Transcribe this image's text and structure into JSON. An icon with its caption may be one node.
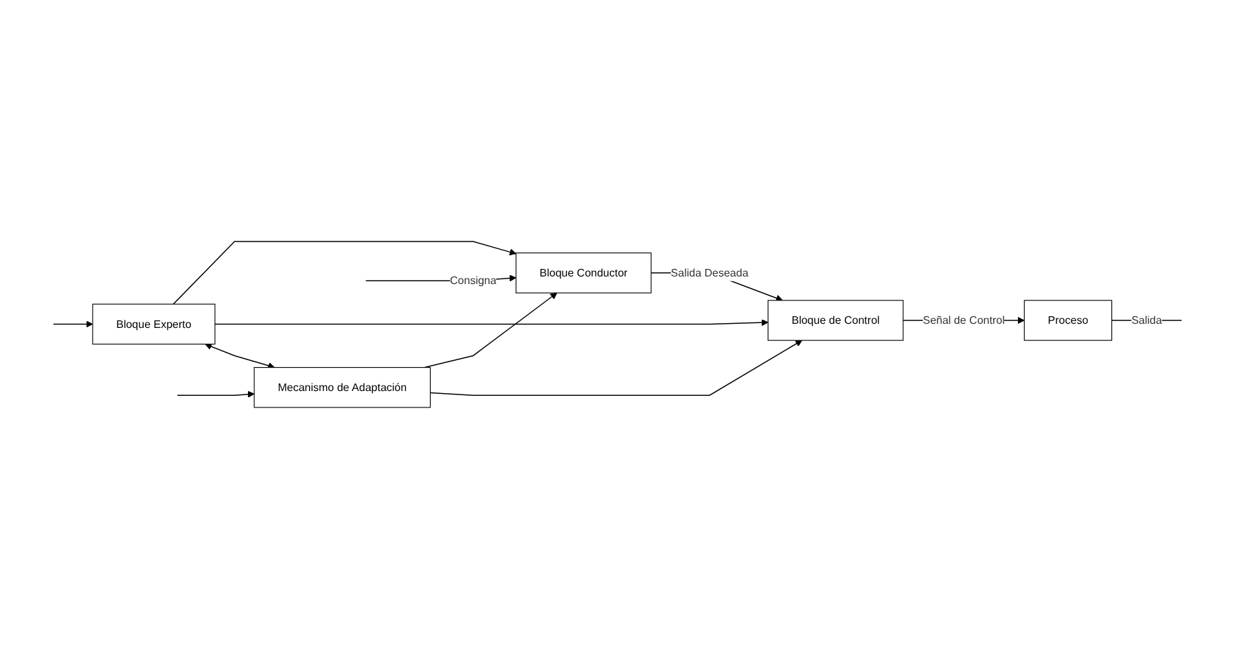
{
  "diagram": {
    "nodes": [
      {
        "text": [
          "Bloque Experto"
        ]
      },
      {
        "text": [
          "Bloque Conductor"
        ]
      },
      {
        "text": [
          "Bloque de Control"
        ]
      },
      {
        "text": [
          "Proceso"
        ]
      },
      {
        "text": [
          "Mecanismo de Adaptación"
        ]
      }
    ],
    "edges": [
      {
        "from": null,
        "to": 1,
        "arrow": "to",
        "label": "Consigna"
      },
      {
        "from": 1,
        "to": 2,
        "arrow": "to",
        "label": "Salida Deseada"
      },
      {
        "from": 2,
        "to": 3,
        "arrow": "to",
        "label": "Señal de Control"
      },
      {
        "from": 3,
        "to": null,
        "arrow": "none",
        "label": "Salida"
      },
      {
        "from": null,
        "to": 0,
        "arrow": "to"
      },
      {
        "from": 0,
        "to": 1,
        "arrow": "to"
      },
      {
        "from": 0,
        "to": 2,
        "arrow": "to"
      },
      {
        "from": 0,
        "to": 4,
        "arrow": "both"
      },
      {
        "from": null,
        "to": 4,
        "arrow": "to"
      },
      {
        "from": 4,
        "to": 1,
        "arrow": "to"
      },
      {
        "from": 4,
        "to": 2,
        "arrow": "to"
      }
    ]
  }
}
